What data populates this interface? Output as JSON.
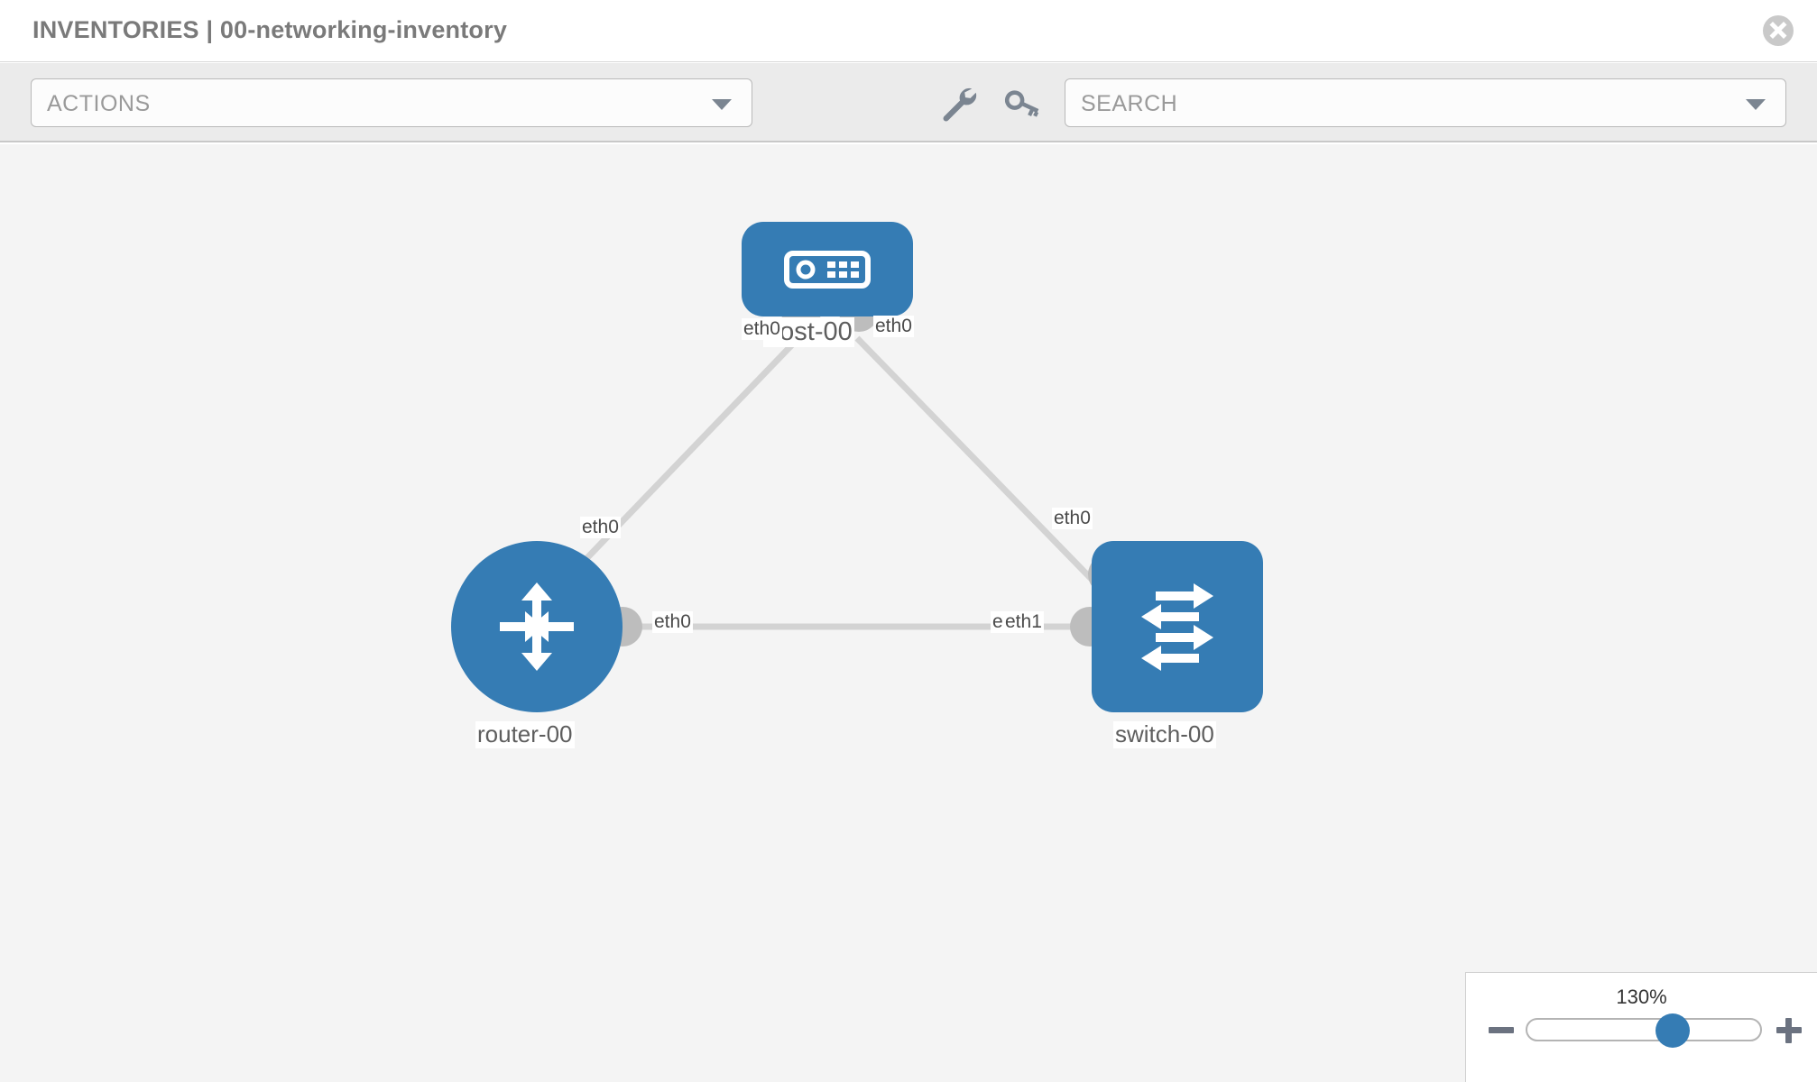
{
  "header": {
    "title": "INVENTORIES | 00-networking-inventory",
    "close_icon": "close-circle-icon"
  },
  "toolbar": {
    "actions_label": "ACTIONS",
    "actions_caret_icon": "chevron-down-icon",
    "wrench_icon": "wrench-icon",
    "key_icon": "key-icon",
    "search_placeholder": "SEARCH",
    "search_value": "",
    "search_caret_icon": "chevron-down-icon"
  },
  "zoom_control": {
    "percent": "130%",
    "minus_label": "−",
    "plus_label": "+",
    "slider_value": 130,
    "slider_min": 10,
    "slider_max": 230
  },
  "colors": {
    "node_blue": "#357cb4",
    "connector_grey": "#bdbdbd",
    "edge_grey": "#d3d3d3",
    "canvas_bg": "#f4f4f4",
    "toolbar_bg": "#ebebeb",
    "title_grey": "#7a7a7a"
  },
  "topology": {
    "nodes": [
      {
        "id": "host-00",
        "label": "host-00",
        "type": "host",
        "icon": "server-icon"
      },
      {
        "id": "router-00",
        "label": "router-00",
        "type": "router",
        "icon": "router-arrows-icon"
      },
      {
        "id": "switch-00",
        "label": "switch-00",
        "type": "switch",
        "icon": "switch-arrows-icon"
      }
    ],
    "links": [
      {
        "from": "host-00",
        "to": "router-00",
        "from_iface": "eth0",
        "to_iface": "eth0"
      },
      {
        "from": "host-00",
        "to": "switch-00",
        "from_iface": "eth0",
        "to_iface": "eth0"
      },
      {
        "from": "router-00",
        "to": "switch-00",
        "from_iface": "eth0",
        "to_iface": "eth1"
      }
    ],
    "iface_labels": {
      "host_left": "eth0",
      "host_right": "eth0",
      "router_up": "eth0",
      "switch_up": "eth0",
      "router_right": "eth0",
      "switch_left_under": "eth0",
      "switch_left": "eth1"
    }
  }
}
